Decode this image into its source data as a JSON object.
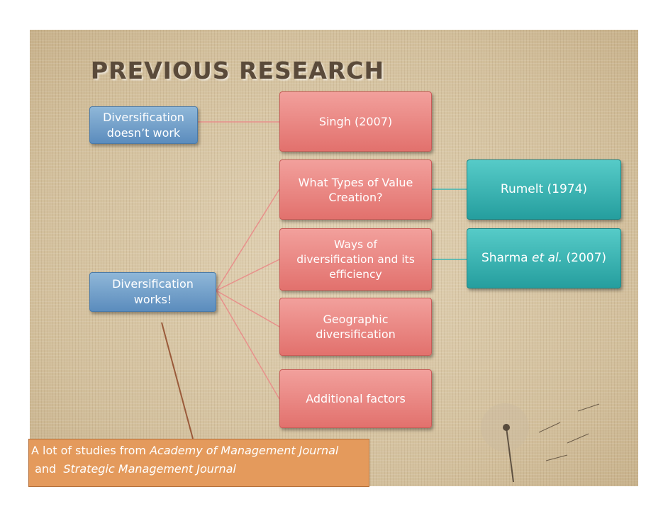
{
  "title": "PREVIEW RESEARCH",
  "left_boxes": {
    "doesnt_work": [
      "Diversification",
      "doesn’t work"
    ],
    "works": [
      "Diversification",
      "works!"
    ]
  },
  "middle_boxes": {
    "singh": [
      "Singh (2007)"
    ],
    "value_creation": [
      "What Types of Value",
      "Creation?"
    ],
    "ways": [
      "Ways of",
      "diversification and its",
      "efficiency"
    ],
    "geographic": [
      "Geographic",
      "diversification"
    ],
    "additional": [
      "Additional factors"
    ]
  },
  "right_boxes": {
    "rumelt": "Rumelt (1974)",
    "sharma": {
      "before": "Sharma ",
      "italic": "et al.",
      "after": " (2007)"
    }
  },
  "note": {
    "part1": "A lot of studies from ",
    "journal1": "Academy of Management Journal",
    "part2": " and  ",
    "journal2": "Strategic Management Journal"
  },
  "colors": {
    "blue_box": "#6f9fcb",
    "red_box": "#e98581",
    "teal_box": "#38b3b1",
    "orange_note": "#e49a5c",
    "connector_red": "#e8908b",
    "connector_teal": "#3bb5b3",
    "connector_brown": "#9a5a3a"
  }
}
